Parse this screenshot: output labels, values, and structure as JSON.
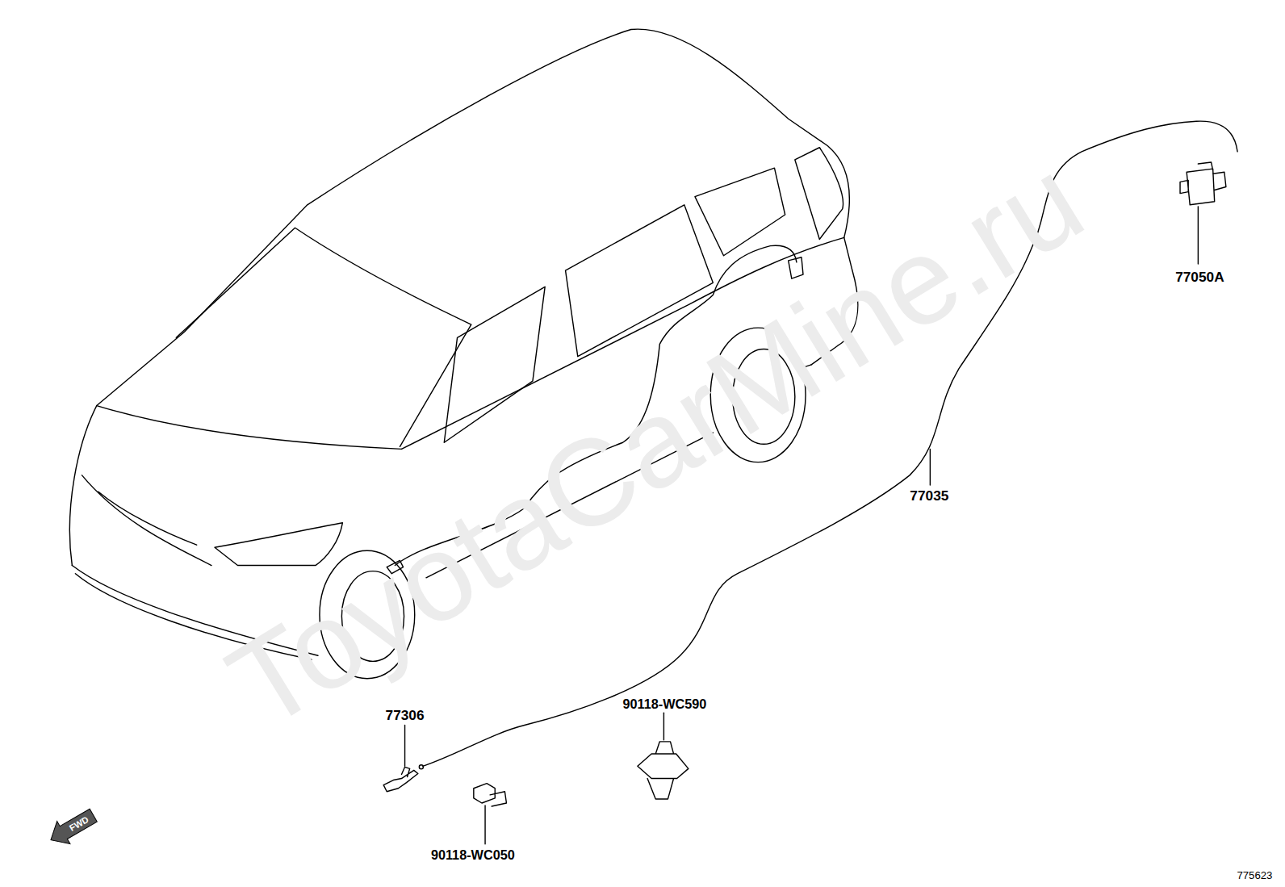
{
  "diagram": {
    "labels": [
      "ToyotaCarMine.ru",
      "77050A",
      "77035",
      "77306",
      "90118-WC590",
      "90118-WC050",
      "FWD",
      "775623"
    ]
  }
}
